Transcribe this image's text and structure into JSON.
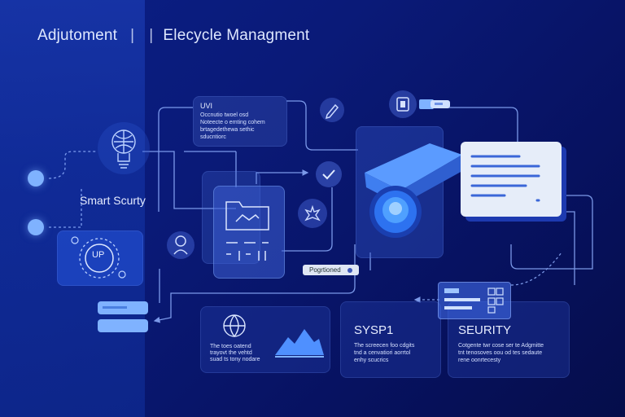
{
  "header": {
    "left_title": "Adjutoment",
    "separator_1": "|",
    "separator_2": "|",
    "right_title": "Elecycle Managment"
  },
  "labels": {
    "smart_security": "Smart Scurty",
    "sys_card_title": "SYSP1",
    "security_card_title": "SEURITY",
    "badge_text": "Pogrtioned",
    "uvp_label": "UP"
  },
  "notes": {
    "top_note_title": "UVI",
    "top_note_body": "Occnutio twoel osd\nNoteecte o emting cohem\nbrtagedethewa sethic\nsducntiorc",
    "globe_card_body": "The toes oatend\ntrayovt the vehtd\nsuad ts tony nodare",
    "sys_card_body": "The screecen foo cdgits\ntnd a cenvatiori aorrtol\nenhy scucrics",
    "security_card_body": "Cotgente twr cose ser te Adgmitte\ntnt tenosoves oou od tes sedaute\nrene oonrtecesty"
  },
  "icons": {
    "bulb": "lightbulb-icon",
    "folder": "folder-icon",
    "check": "check-circle-icon",
    "pen": "pen-icon",
    "camera": "security-camera-icon",
    "document": "document-panel-icon",
    "globe": "globe-icon",
    "mountain": "mountain-chart-icon",
    "gear": "gear-icon",
    "person": "person-icon",
    "shield": "shield-badge-icon",
    "database": "database-stack-icon",
    "key": "key-lock-icon"
  },
  "colors": {
    "background": "#0a1a78",
    "accent": "#7fb2ff",
    "line": "#8fb0ff",
    "card": "#2a4ab8",
    "panel_light": "#e9eef8",
    "camera_blue": "#3f7ef0"
  }
}
